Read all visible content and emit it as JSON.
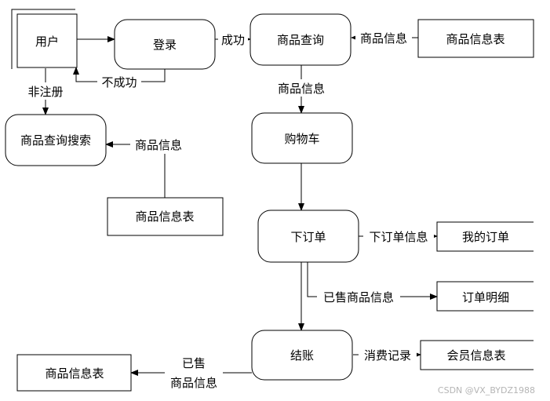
{
  "diagram": {
    "nodes": {
      "user": "用户",
      "login": "登录",
      "product_query": "商品查询",
      "product_table_top": "商品信息表",
      "search": "商品查询搜索",
      "product_table_mid": "商品信息表",
      "cart": "购物车",
      "order": "下订单",
      "my_order": "我的订单",
      "order_detail": "订单明细",
      "checkout": "结账",
      "member_table": "会员信息表",
      "product_table_bottom": "商品信息表"
    },
    "edges": {
      "login_fail": "不成功",
      "not_registered": "非注册",
      "success": "成功",
      "product_info_1": "商品信息",
      "product_info_2": "商品信息",
      "product_info_3": "商品信息",
      "order_info": "下订单信息",
      "sold_product_info": "已售商品信息",
      "consumption_record": "消费记录",
      "sold_line1": "已售",
      "sold_line2": "商品信息"
    }
  },
  "watermark": "CSDN @VX_BYDZ1988"
}
